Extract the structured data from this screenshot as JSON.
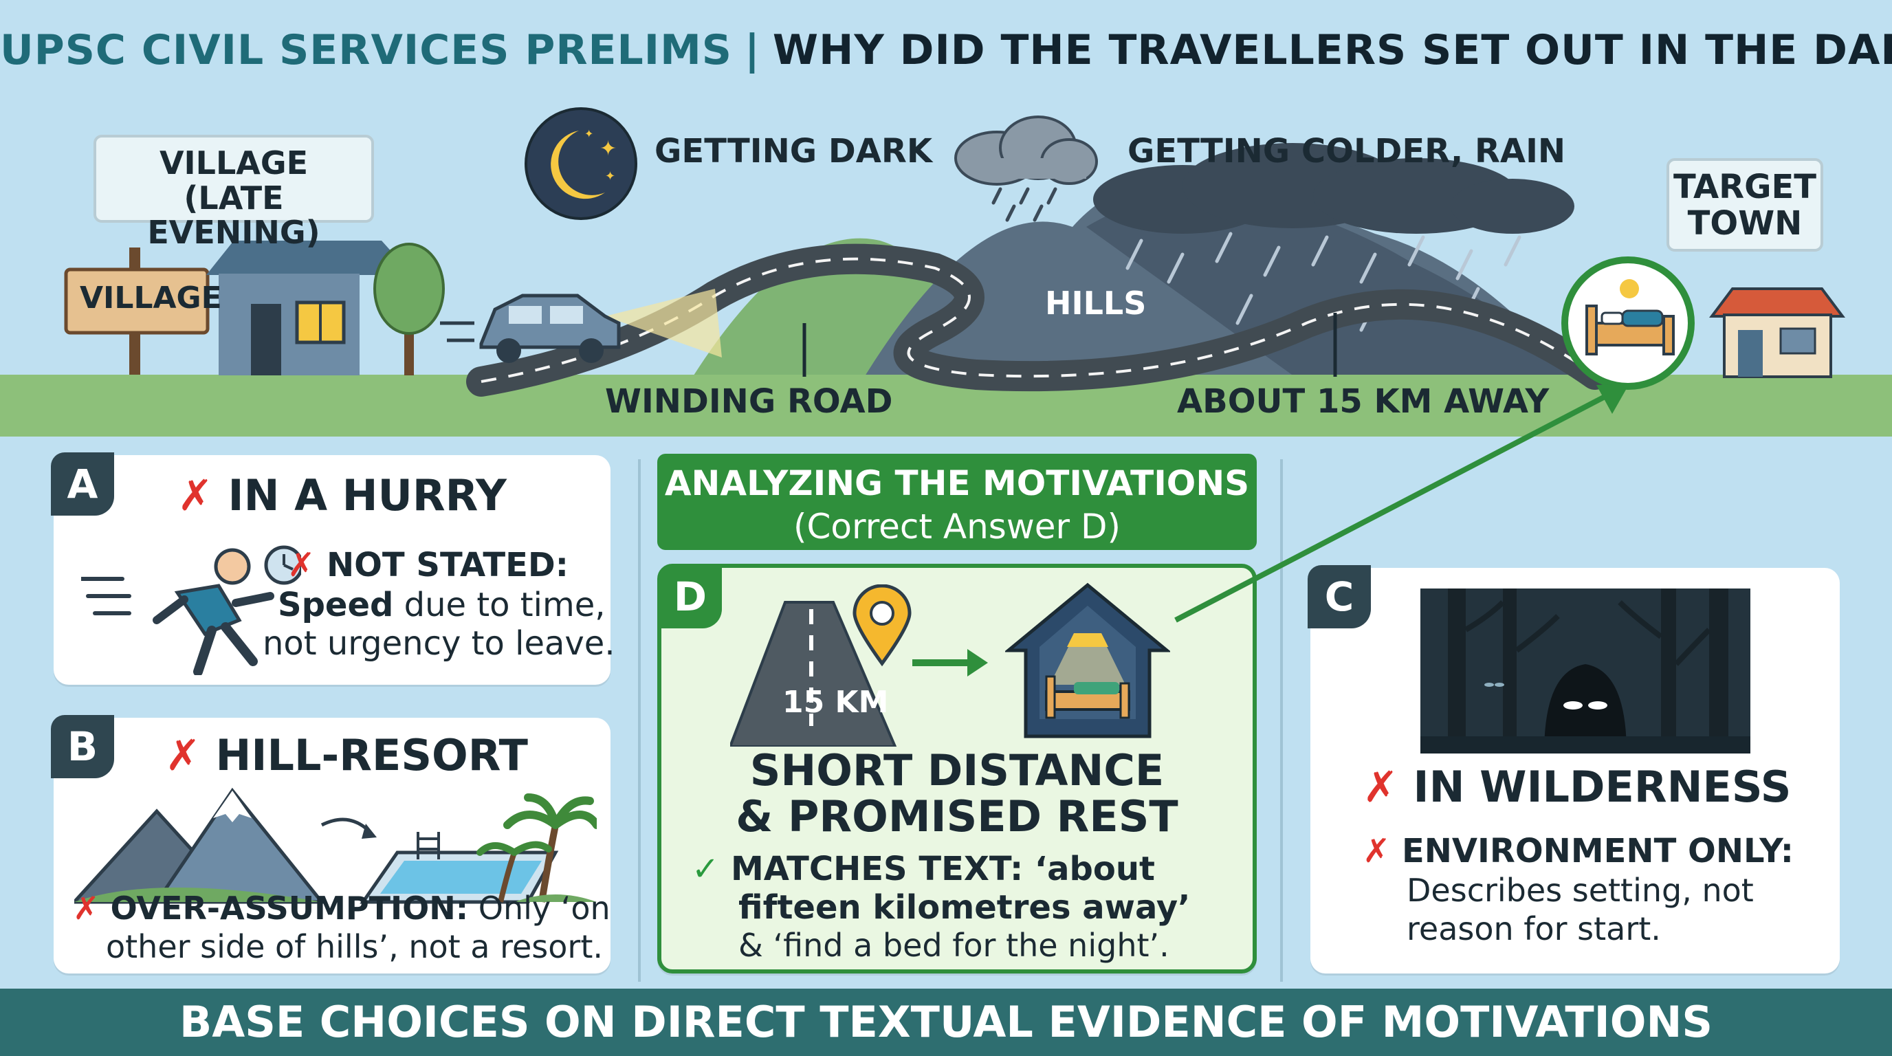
{
  "title": {
    "prefix": "UPSC CIVIL SERVICES PRELIMS",
    "separator": "|",
    "question": "WHY DID THE TRAVELLERS SET OUT IN THE DARK?"
  },
  "scene": {
    "village_box": {
      "line1": "VILLAGE",
      "line2": "(LATE EVENING)"
    },
    "village_sign": "VILLAGE",
    "getting_dark": "GETTING DARK",
    "getting_colder": "GETTING COLDER, RAIN",
    "target_box": {
      "line1": "TARGET",
      "line2": "TOWN"
    },
    "hills": "HILLS",
    "winding_road": "WINDING ROAD",
    "distance": "ABOUT 15 KM AWAY"
  },
  "options": {
    "a": {
      "letter": "A",
      "heading": "IN A HURRY",
      "verdict": "NOT STATED:",
      "line1_bold": "Speed",
      "line1_rest": " due to time,",
      "line2": "not urgency to leave."
    },
    "b": {
      "letter": "B",
      "heading": "HILL-RESORT",
      "verdict": "OVER-ASSUMPTION:",
      "line1_rest": " Only ‘on",
      "line2": "other side of hills’, not a resort."
    },
    "c": {
      "letter": "C",
      "heading": "IN WILDERNESS",
      "verdict": "ENVIRONMENT ONLY:",
      "line1": "Describes setting, not",
      "line2": "reason for start."
    },
    "d": {
      "letter": "D",
      "road_label": "15 KM",
      "heading_line1": "SHORT DISTANCE",
      "heading_line2": "& PROMISED REST",
      "verdict": "MATCHES TEXT: ‘about",
      "line2": "fifteen kilometres away’",
      "line3": "& ‘find a bed for the night’."
    }
  },
  "center_header": {
    "line1": "ANALYZING THE MOTIVATIONS",
    "line2": "(Correct Answer D)"
  },
  "footer": "BASE CHOICES ON DIRECT TEXTUAL EVIDENCE OF MOTIVATIONS",
  "colors": {
    "sky": "#bfe0f1",
    "grass": "#8dc07a",
    "correct_green": "#2f8f3c",
    "wrong_red": "#e0332d",
    "footer": "#2e6e70",
    "title_teal": "#1f6b78"
  },
  "icons": [
    "moon-icon",
    "cloud-icon",
    "car-icon",
    "house-icon",
    "tree-icon",
    "bed-icon",
    "running-person-icon",
    "clock-icon",
    "mountains-icon",
    "pool-icon",
    "palm-icon",
    "road-icon",
    "map-pin-icon",
    "arrow-icon",
    "forest-creature-icon",
    "check-icon",
    "x-icon"
  ]
}
